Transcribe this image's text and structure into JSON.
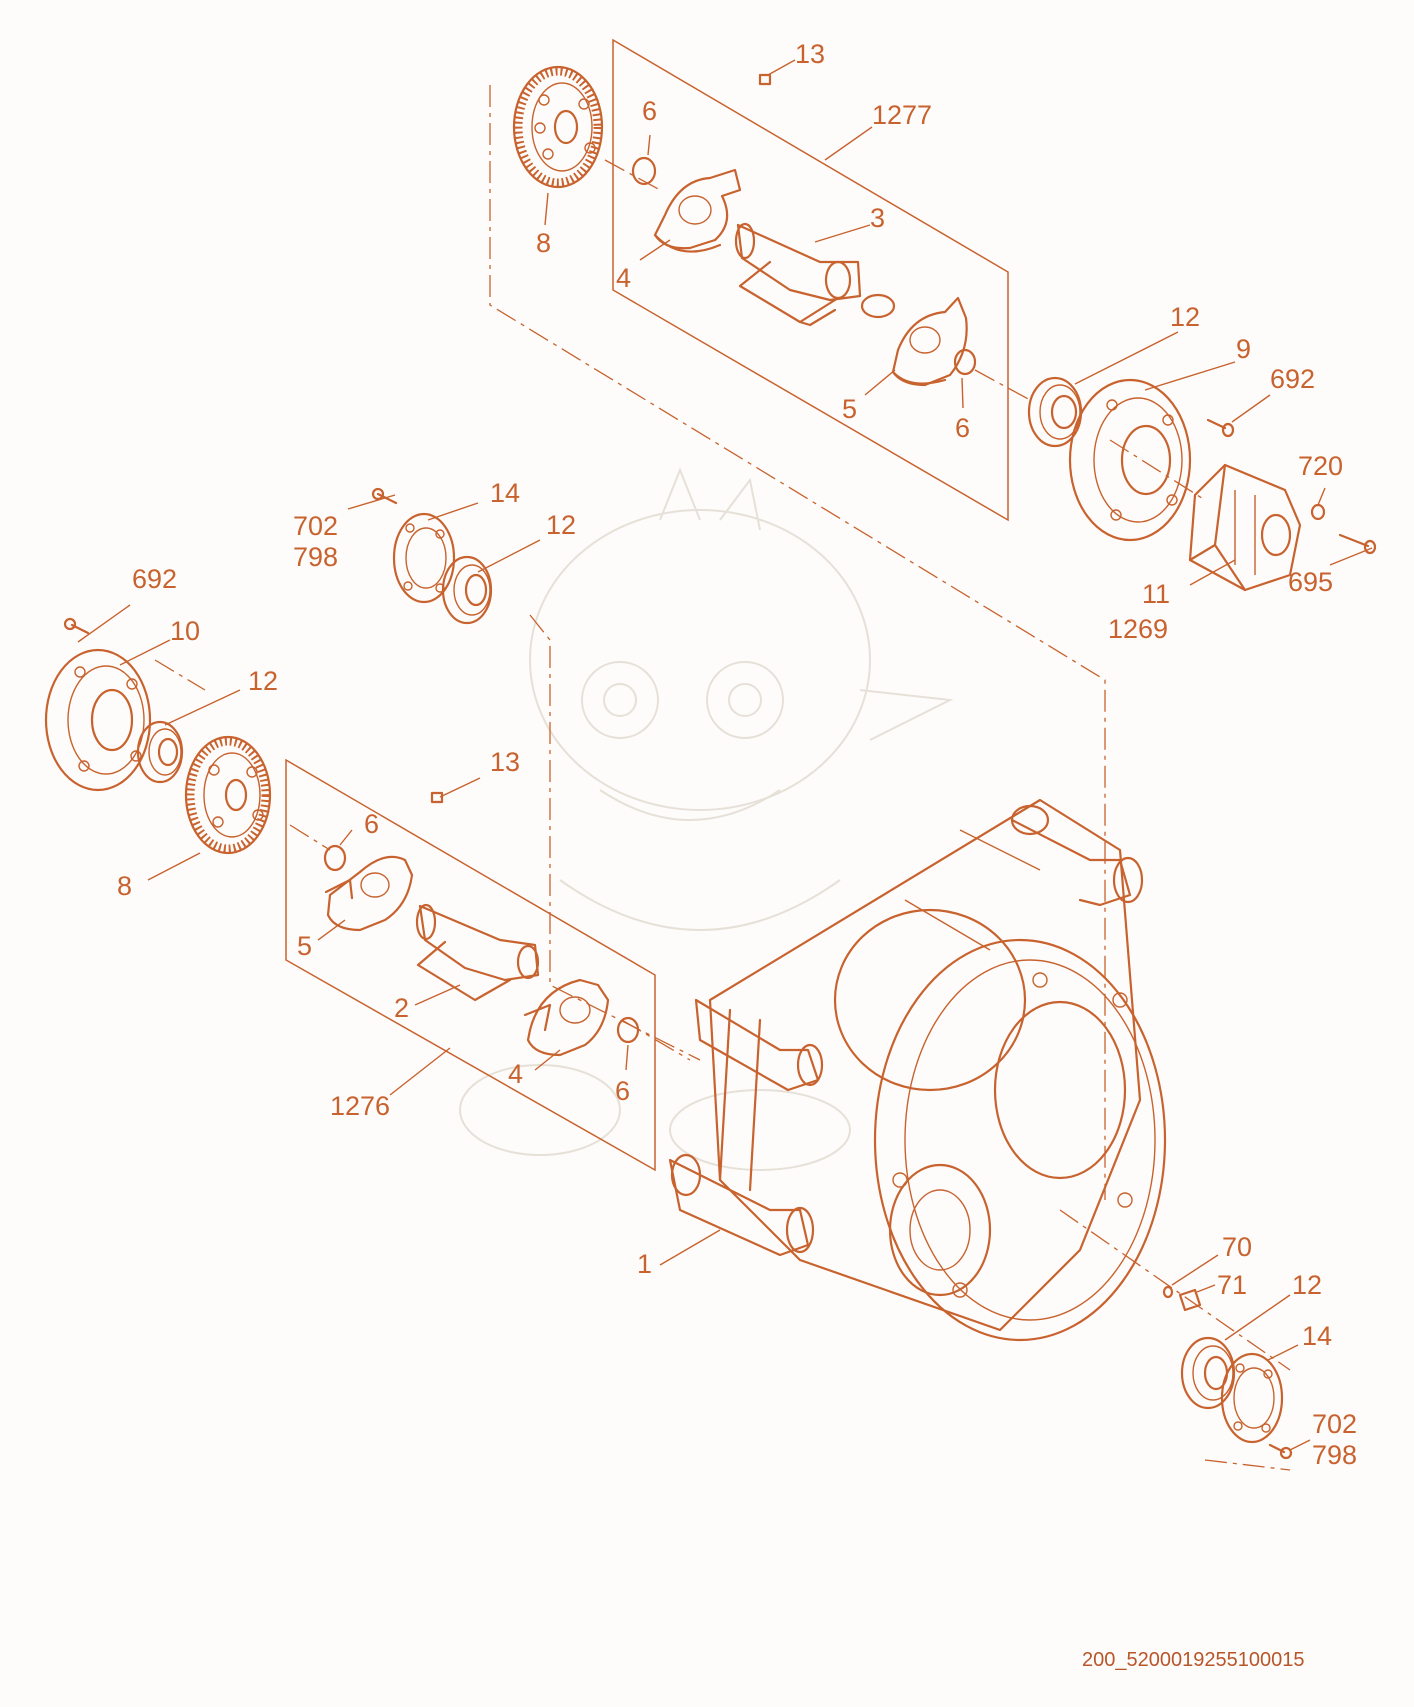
{
  "sheet_id": "200_5200019255100015",
  "palette": {
    "line": "#c8622e",
    "background": "#fdfcfa",
    "watermark": "#e6e0d8"
  },
  "watermark": {
    "kind": "cartoon-dragon-illustration"
  },
  "callouts": [
    {
      "id": "c13a",
      "label": "13"
    },
    {
      "id": "c1277",
      "label": "1277"
    },
    {
      "id": "c6a",
      "label": "6"
    },
    {
      "id": "c8a",
      "label": "8"
    },
    {
      "id": "c3",
      "label": "3"
    },
    {
      "id": "c4a",
      "label": "4"
    },
    {
      "id": "c5a",
      "label": "5"
    },
    {
      "id": "c6b",
      "label": "6"
    },
    {
      "id": "c12a",
      "label": "12"
    },
    {
      "id": "c9",
      "label": "9"
    },
    {
      "id": "c692a",
      "label": "692"
    },
    {
      "id": "c720",
      "label": "720"
    },
    {
      "id": "c695",
      "label": "695"
    },
    {
      "id": "c11",
      "label": "11"
    },
    {
      "id": "c1269",
      "label": "1269"
    },
    {
      "id": "c702a",
      "label": "702"
    },
    {
      "id": "c798a",
      "label": "798"
    },
    {
      "id": "c14a",
      "label": "14"
    },
    {
      "id": "c12b",
      "label": "12"
    },
    {
      "id": "c692b",
      "label": "692"
    },
    {
      "id": "c10",
      "label": "10"
    },
    {
      "id": "c12c",
      "label": "12"
    },
    {
      "id": "c13b",
      "label": "13"
    },
    {
      "id": "c6c",
      "label": "6"
    },
    {
      "id": "c8b",
      "label": "8"
    },
    {
      "id": "c5b",
      "label": "5"
    },
    {
      "id": "c2",
      "label": "2"
    },
    {
      "id": "c4b",
      "label": "4"
    },
    {
      "id": "c6d",
      "label": "6"
    },
    {
      "id": "c1276",
      "label": "1276"
    },
    {
      "id": "c1",
      "label": "1"
    },
    {
      "id": "c70",
      "label": "70"
    },
    {
      "id": "c71",
      "label": "71"
    },
    {
      "id": "c12d",
      "label": "12"
    },
    {
      "id": "c14b",
      "label": "14"
    },
    {
      "id": "c702b",
      "label": "702"
    },
    {
      "id": "c798b",
      "label": "798"
    }
  ]
}
